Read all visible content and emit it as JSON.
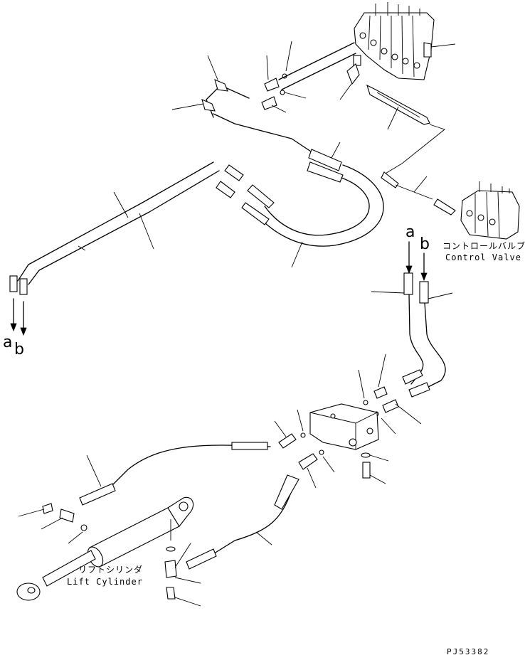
{
  "labels": {
    "control_valve_jp": "コントロールバルブ",
    "control_valve_en": "Control Valve",
    "lift_cylinder_jp": "リフトシリンダ",
    "lift_cylinder_en": "Lift Cylinder",
    "port_a": "a",
    "port_b": "b",
    "drawing_code": "PJ53382"
  }
}
